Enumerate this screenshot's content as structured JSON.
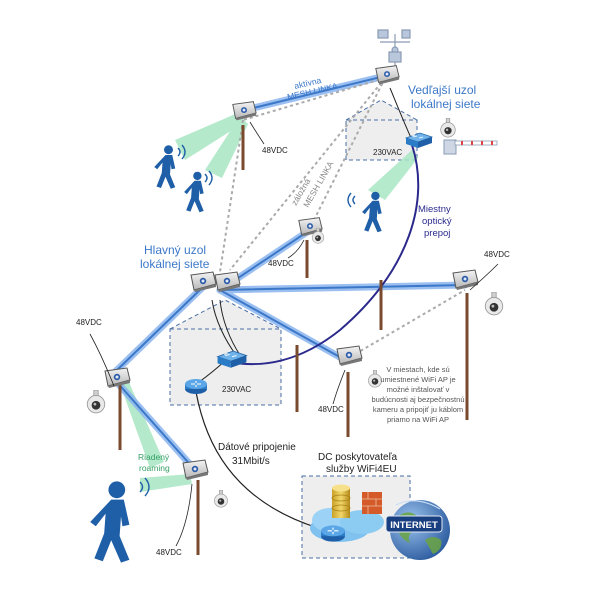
{
  "labels": {
    "active_mesh_1": "aktívna",
    "active_mesh_2": "MESH LINKA",
    "backup_mesh_1": "záložná",
    "backup_mesh_2": "MESH LINKA",
    "neighbor_node_1": "Vedľajší uzol",
    "neighbor_node_2": "lokálnej siete",
    "main_node_1": "Hlavný uzol",
    "main_node_2": "lokálnej siete",
    "local_optical_1": "Miestny",
    "local_optical_2": "optický",
    "local_optical_3": "prepoj",
    "power_48_a": "48VDC",
    "power_48_b": "48VDC",
    "power_48_c": "48VDC",
    "power_48_d": "48VDC",
    "power_48_e": "48VDC",
    "power_48_f": "48VDC",
    "power_230_a": "230VAC",
    "power_230_b": "230VAC",
    "roaming_1": "Riadený",
    "roaming_2": "roaming",
    "data_conn_1": "Dátové pripojenie",
    "data_conn_2": "31Mbit/s",
    "dc_1": "DC poskytovateľa",
    "dc_2": "služby WiFi4EU",
    "internet": "INTERNET",
    "note_1": "V miestach, kde sú",
    "note_2": "umiestnené WiFi AP je",
    "note_3": "možné inštalovať v",
    "note_4": "budúcnosti aj bezpečnostnú",
    "note_5": "kameru a pripojiť ju káblom",
    "note_6": "priamo na WiFi AP"
  },
  "colors": {
    "mesh_blue": "#8ab4ee",
    "mesh_blue_dark": "#3c78c8",
    "optical": "#2b2a8c",
    "wifi_green": "#a8e6c4",
    "person_blue": "#1f5fa8",
    "pole_brown": "#7a4a2e"
  },
  "icons": [
    "person-icon",
    "wifi-ap-icon",
    "camera-icon",
    "switch-icon",
    "router-icon",
    "weather-station-icon",
    "barrier-gate-icon",
    "database-icon",
    "firewall-icon",
    "globe-icon"
  ]
}
